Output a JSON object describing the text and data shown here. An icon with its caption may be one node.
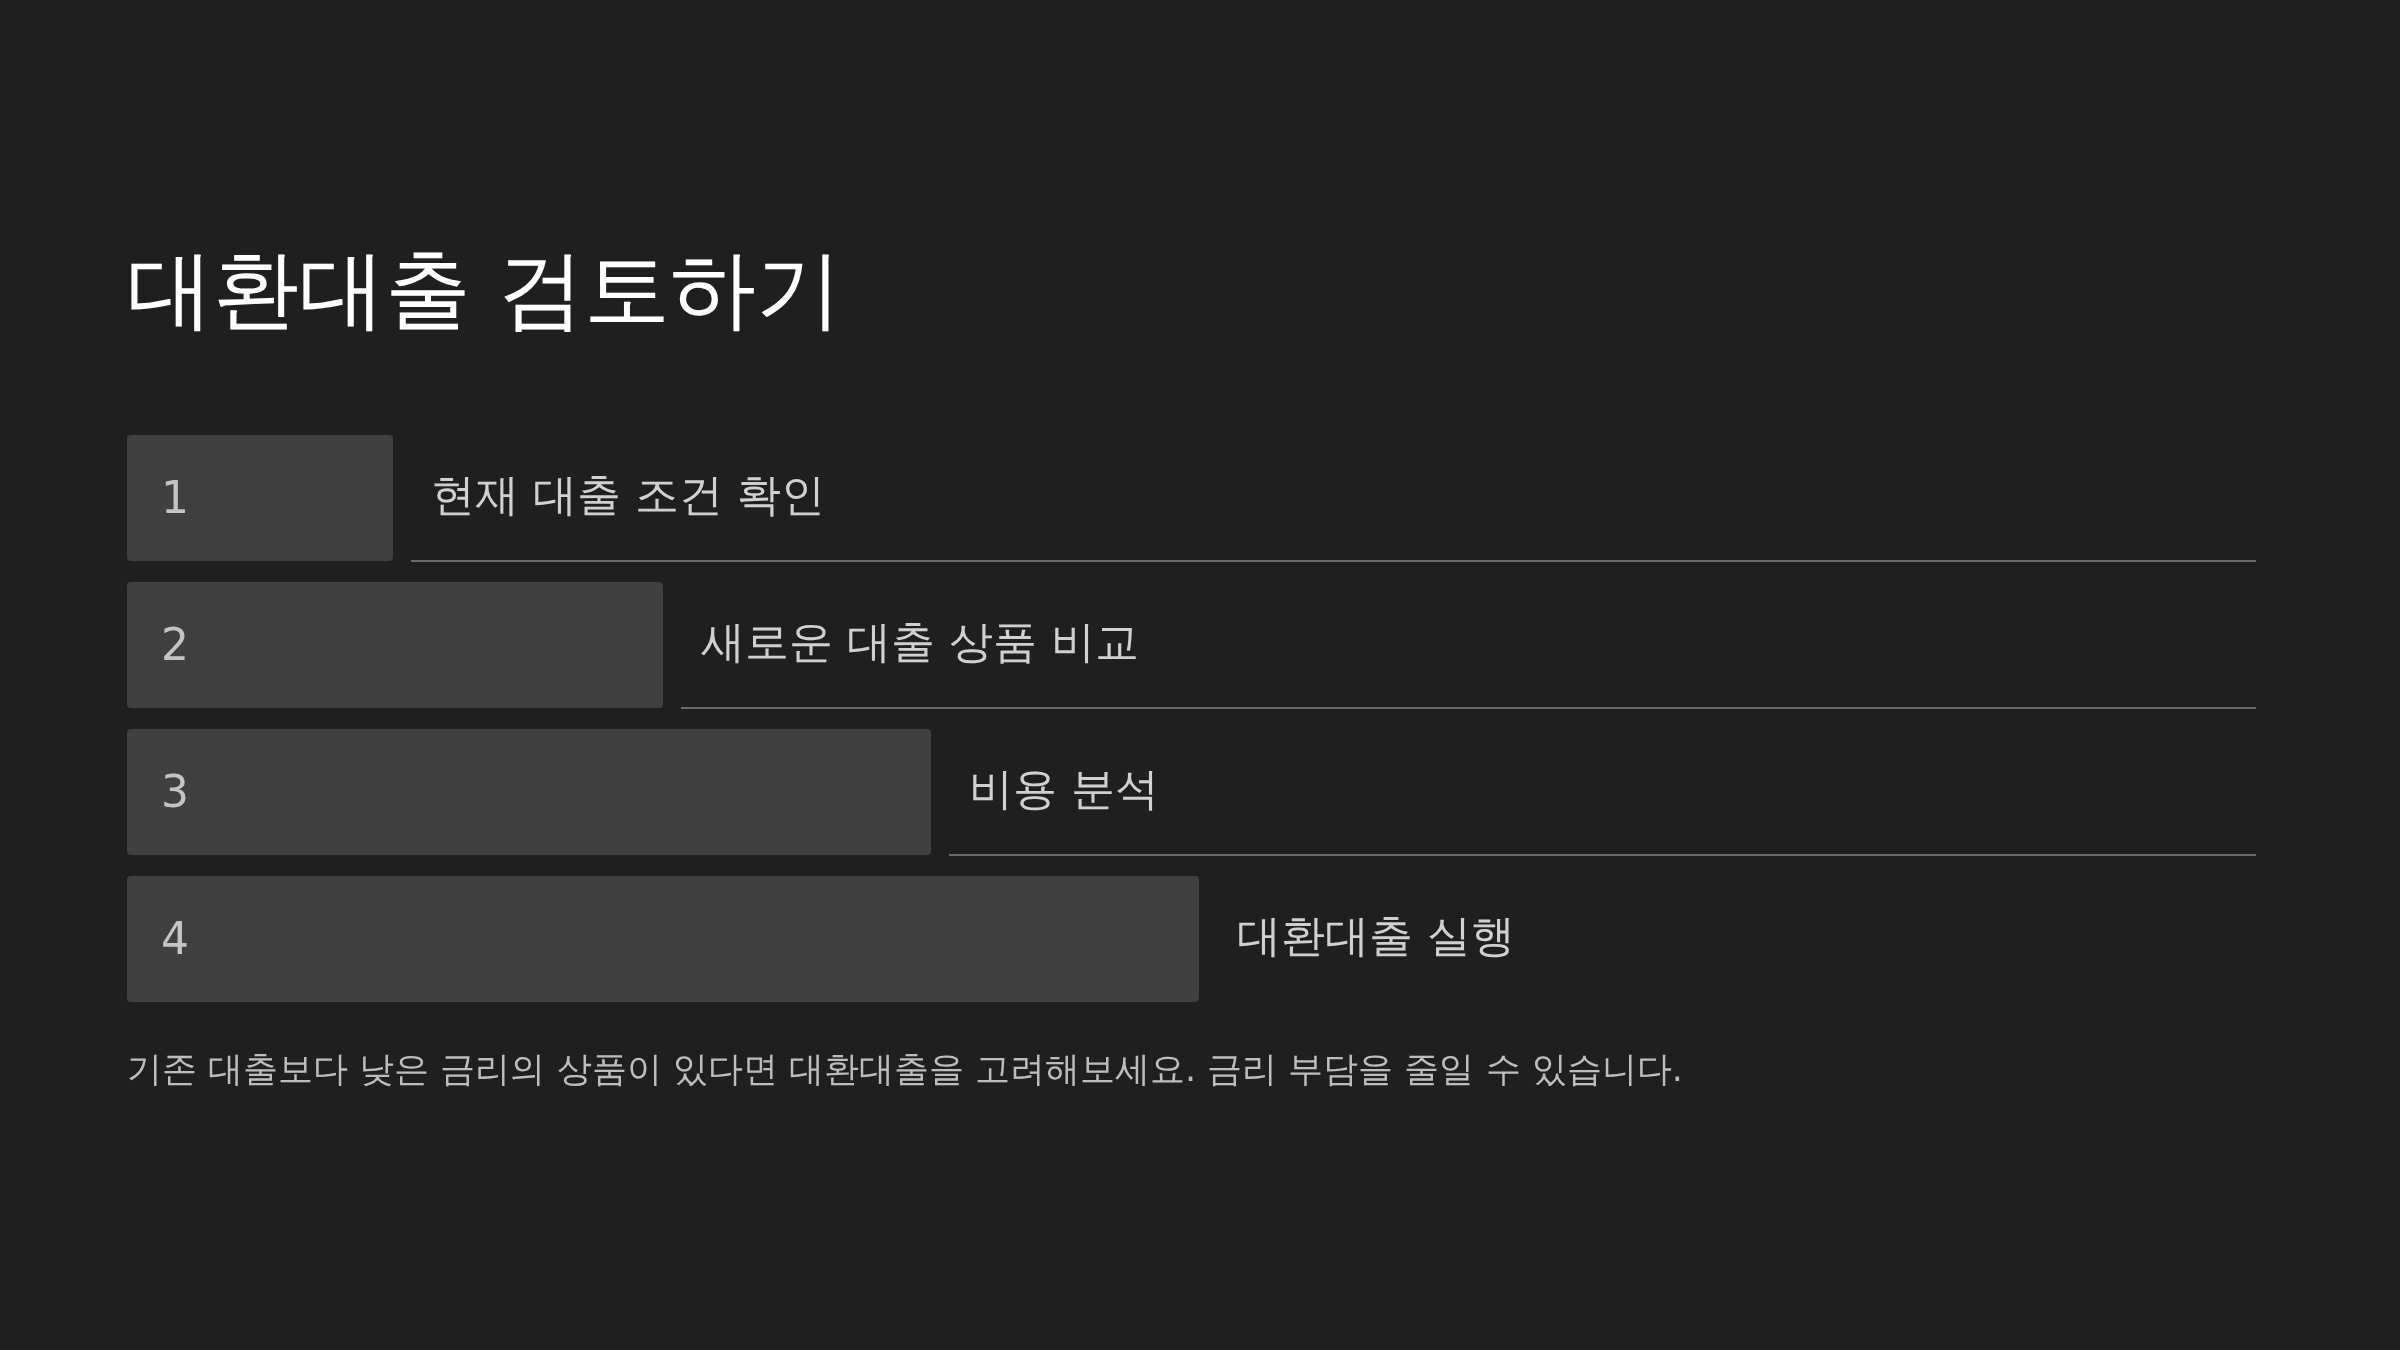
{
  "diagram": {
    "title": "대환대출 검토하기",
    "nodes": [
      {
        "text": [
          "1"
        ],
        "beside": [
          "현재 대출 조건 확인"
        ]
      },
      {
        "text": [
          "2"
        ],
        "beside": [
          "새로운 대출 상품 비교"
        ]
      },
      {
        "text": [
          "3"
        ],
        "beside": [
          "비용 분석"
        ]
      },
      {
        "text": [
          "4"
        ],
        "beside": [
          "대환대출 실행"
        ]
      }
    ],
    "caption": "기존 대출보다 낮은 금리의 상품이 있다면 대환대출을 고려해보세요. 금리 부담을 줄일 수 있습니다."
  }
}
